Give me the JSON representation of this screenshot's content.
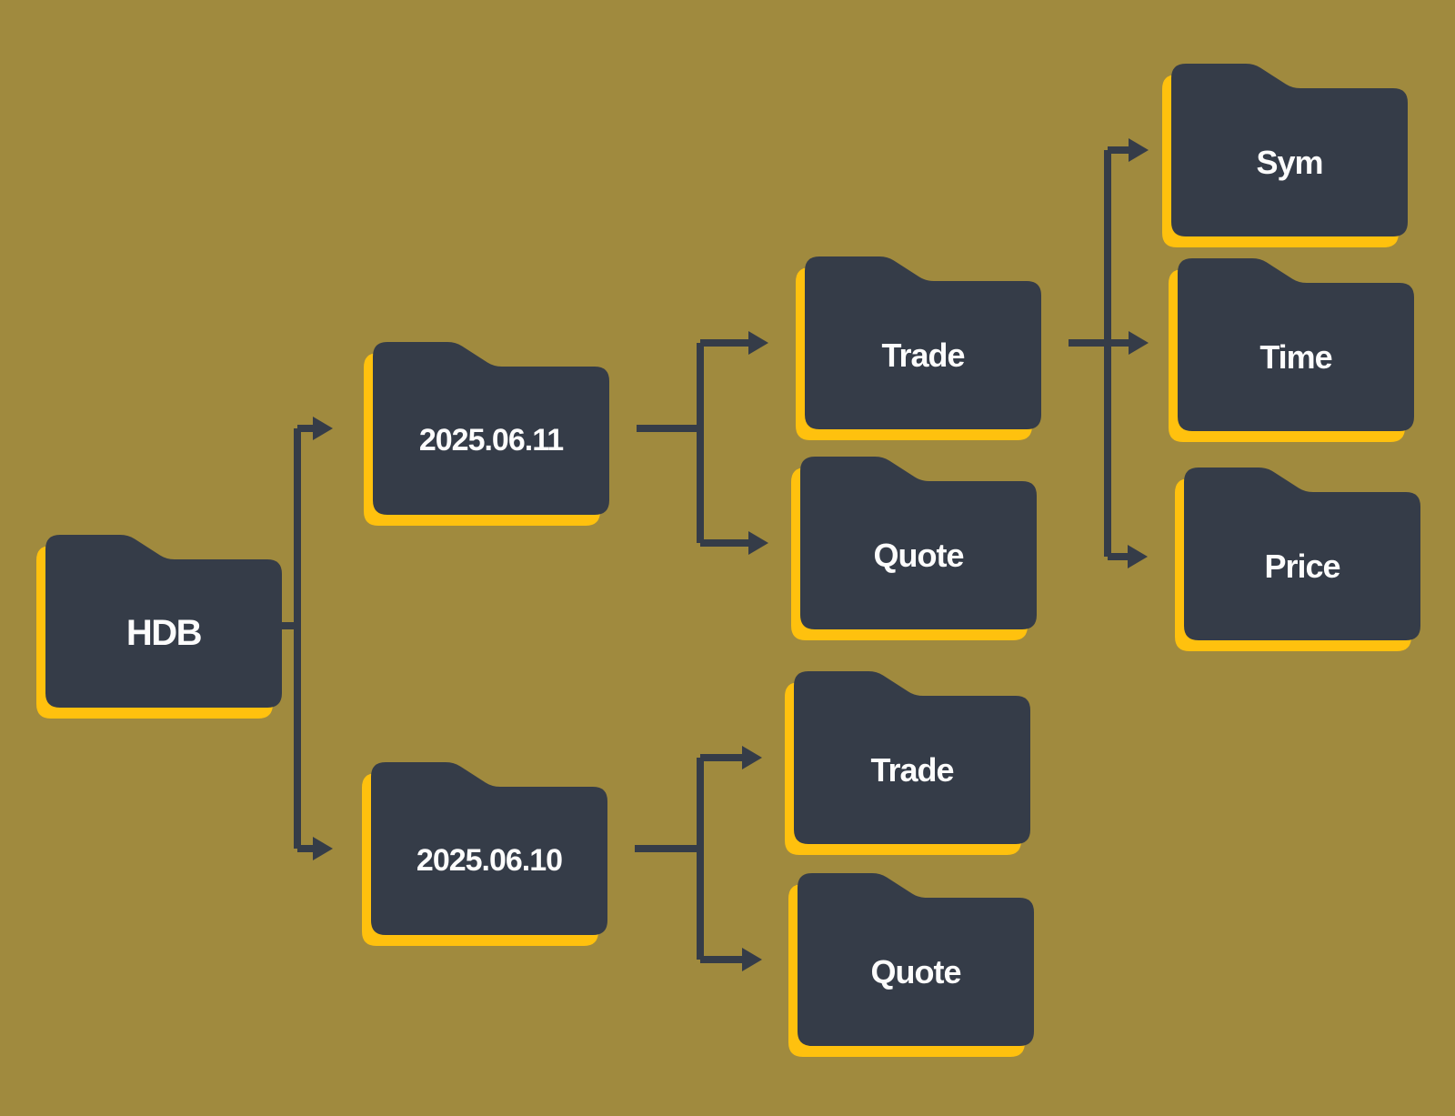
{
  "colors": {
    "background": "#a08a3e",
    "folder_fill": "#353c48",
    "folder_shadow": "#ffc10e",
    "label_text": "#fcfcfc",
    "connector": "#353c48"
  },
  "tree": {
    "root": {
      "label": "HDB"
    },
    "dates": [
      {
        "label": "2025.06.11",
        "tables": [
          {
            "label": "Trade",
            "columns": [
              {
                "label": "Sym"
              },
              {
                "label": "Time"
              },
              {
                "label": "Price"
              }
            ]
          },
          {
            "label": "Quote"
          }
        ]
      },
      {
        "label": "2025.06.10",
        "tables": [
          {
            "label": "Trade"
          },
          {
            "label": "Quote"
          }
        ]
      }
    ]
  }
}
